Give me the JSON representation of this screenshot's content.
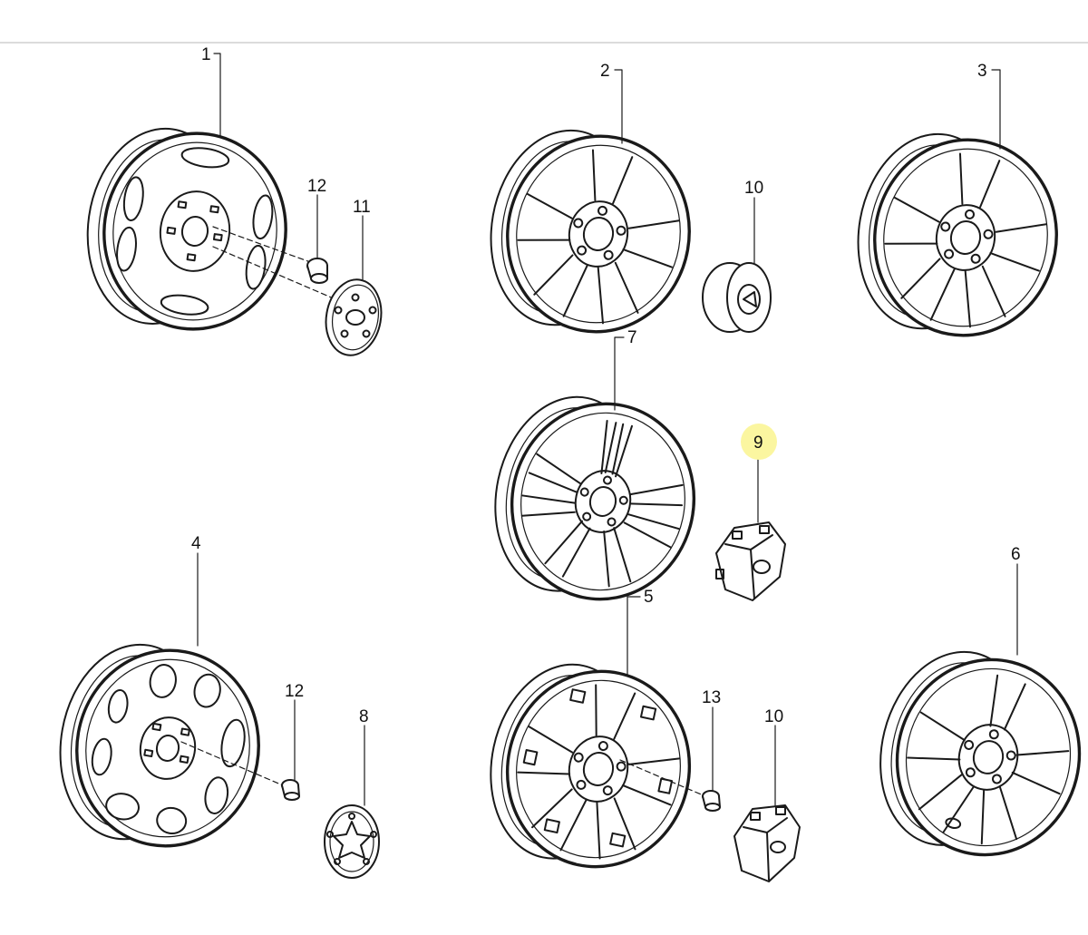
{
  "diagram": {
    "highlight_color": "#fbf6a0",
    "line_color": "#1a1a1a",
    "background": "#ffffff",
    "callouts": {
      "c1": "1",
      "c2": "2",
      "c3": "3",
      "c4": "4",
      "c5": "5",
      "c6": "6",
      "c7": "7",
      "c8": "8",
      "c9": "9",
      "c10a": "10",
      "c10b": "10",
      "c11": "11",
      "c12a": "12",
      "c12b": "12",
      "c13": "13"
    },
    "highlighted_callout": "9"
  }
}
